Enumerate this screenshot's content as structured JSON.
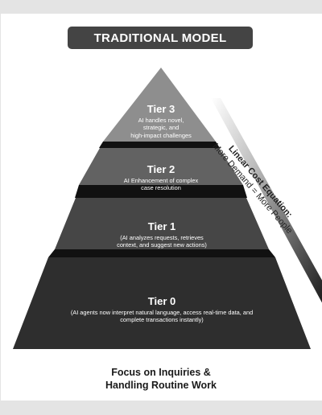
{
  "header": {
    "title": "TRADITIONAL MODEL"
  },
  "tiers": [
    {
      "name": "Tier 3",
      "description": [
        "AI handles novel,",
        "strategic, and",
        "high-impact challenges"
      ],
      "color": "#8e8e8e"
    },
    {
      "name": "Tier 2",
      "description": [
        "AI Enhancement of complex",
        "case resolution"
      ],
      "color": "#626262"
    },
    {
      "name": "Tier 1",
      "description": [
        "(AI analyzes requests, retrieves",
        "context, and suggest new actions)"
      ],
      "color": "#464646"
    },
    {
      "name": "Tier 0",
      "description": [
        "(AI agents now interpret natural language, access real-time data, and",
        "complete transactions instantly)"
      ],
      "color": "#2e2e2e"
    }
  ],
  "side_label": {
    "line1": "Linear Cost Equation:",
    "line2": "More Demand = More People"
  },
  "footer": {
    "line1": "Focus on Inquiries &",
    "line2": "Handling Routine Work"
  },
  "colors": {
    "background": "#e4e4e4",
    "card": "#ffffff",
    "title_pill": "#444444",
    "gap": "#111111"
  }
}
